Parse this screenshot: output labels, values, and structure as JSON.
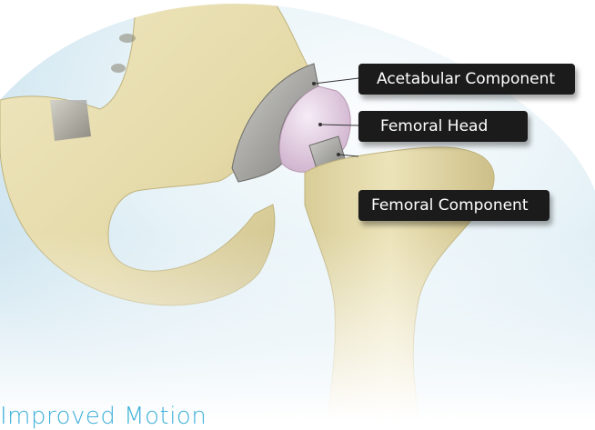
{
  "labels": {
    "acetabular": "Acetabular Component",
    "femoral_head": "Femoral Head",
    "femoral_component": "Femoral Component"
  },
  "caption": "Improved Motion",
  "colors": {
    "bone": "#e8dfb1",
    "bone_shadow": "#b9ad79",
    "liner": "#e3cfe0",
    "metal": "#a7a6a1",
    "callout_bg": "#1b1b1b",
    "caption": "#3fb0d9",
    "backdrop": "#dbecf3"
  }
}
